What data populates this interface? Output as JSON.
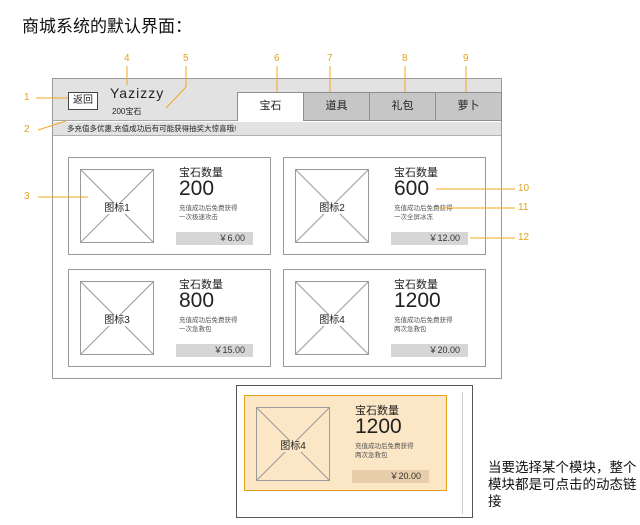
{
  "page": {
    "title": "商城系统的默认界面："
  },
  "header": {
    "back_label": "返回",
    "username": "Yazizzy",
    "balance": "200宝石",
    "tabs": [
      {
        "label": "宝石",
        "active": true
      },
      {
        "label": "道具",
        "active": false
      },
      {
        "label": "礼包",
        "active": false
      },
      {
        "label": "萝卜",
        "active": false
      }
    ]
  },
  "promo": "多充值多优惠,充值成功后有可能获得抽奖大惊喜哦!",
  "cards": [
    {
      "icon": "图标1",
      "title": "宝石数量",
      "qty": "200",
      "desc1": "充值成功后免费获得",
      "desc2": "一次极速攻击",
      "price": "￥6.00"
    },
    {
      "icon": "图标2",
      "title": "宝石数量",
      "qty": "600",
      "desc1": "充值成功后免费获得",
      "desc2": "一次全屏冰冻",
      "price": "￥12.00"
    },
    {
      "icon": "图标3",
      "title": "宝石数量",
      "qty": "800",
      "desc1": "充值成功后免费获得",
      "desc2": "一次急救包",
      "price": "￥15.00"
    },
    {
      "icon": "图标4",
      "title": "宝石数量",
      "qty": "1200",
      "desc1": "充值成功后免费获得",
      "desc2": "两次急救包",
      "price": "￥20.00"
    }
  ],
  "selected_demo": {
    "icon": "图标4",
    "title": "宝石数量",
    "qty": "1200",
    "desc1": "充值成功后免费获得",
    "desc2": "两次急救包",
    "price": "￥20.00"
  },
  "side_note": "当要选择某个模块，整个模块都是可点击的动态链接",
  "annotations": [
    "1",
    "2",
    "3",
    "4",
    "5",
    "6",
    "7",
    "8",
    "9",
    "10",
    "11",
    "12"
  ],
  "colors": {
    "annotation": "#e3a11b",
    "header_bg": "#e2e2e2",
    "selected_bg": "#fbe6c6"
  }
}
